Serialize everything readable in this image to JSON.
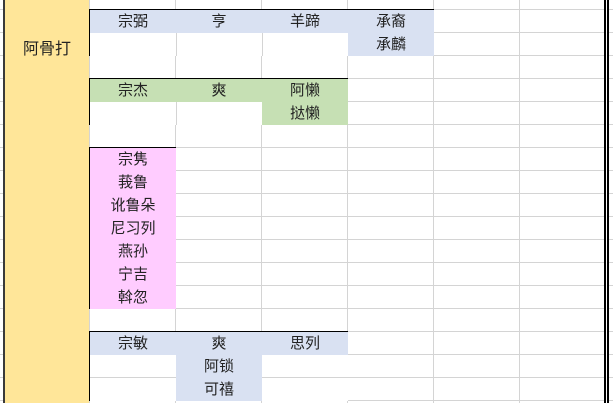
{
  "sheet": {
    "name_column": {
      "label": "阿骨打",
      "color": "#ffe699"
    },
    "colors": {
      "blue": "#d9e1f2",
      "green": "#c6e0b4",
      "pink": "#ffccff",
      "yellow": "#ffe699",
      "grid": "#d4d4d4"
    },
    "tables": [
      {
        "id": "table-1",
        "color": "blue",
        "rows": [
          [
            "宗弼",
            "亨",
            "羊蹄",
            "承裔"
          ],
          [
            "",
            "",
            "",
            "承麟"
          ]
        ]
      },
      {
        "id": "table-2",
        "color": "green",
        "rows": [
          [
            "宗杰",
            "爽",
            "阿懒"
          ],
          [
            "",
            "",
            "挞懒"
          ]
        ]
      },
      {
        "id": "table-3",
        "color": "pink",
        "rows": [
          [
            "宗隽"
          ],
          [
            "莪鲁"
          ],
          [
            "讹鲁朵"
          ],
          [
            "尼习列"
          ],
          [
            "燕孙"
          ],
          [
            "宁吉"
          ],
          [
            "斡忽"
          ]
        ]
      },
      {
        "id": "table-4",
        "color": "blue",
        "rows": [
          [
            "宗敏",
            "爽",
            "思列"
          ],
          [
            "",
            "阿锁",
            ""
          ],
          [
            "",
            "可禧",
            ""
          ]
        ]
      }
    ]
  }
}
